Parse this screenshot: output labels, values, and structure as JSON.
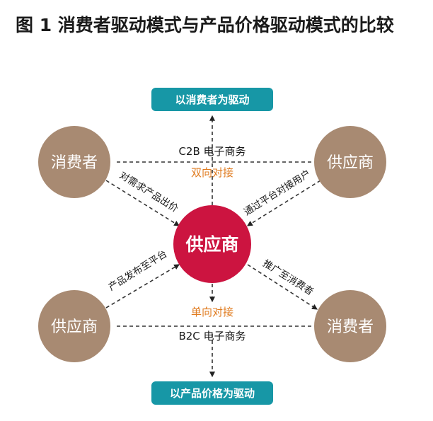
{
  "title": "图 1  消费者驱动模式与产品价格驱动模式的比较",
  "top_box": "以消费者为驱动",
  "bottom_box": "以产品价格为驱动",
  "nodes": {
    "top_left": "消费者",
    "top_right": "供应商",
    "center": "供应商",
    "bottom_left": "供应商",
    "bottom_right": "消费者"
  },
  "labels": {
    "c2b": "C2B 电子商务",
    "two_way": "双向对接",
    "b2c": "B2C 电子商务",
    "one_way": "单向对接",
    "tl_arrow": "对需求产品出价",
    "tr_arrow": "通过平台对接用户",
    "bl_arrow": "产品发布至平台",
    "br_arrow": "推广至消费者"
  },
  "colors": {
    "node": "#a88a72",
    "center": "#cc1440",
    "box": "#1797a6",
    "orange_text": "#e07b1f"
  }
}
